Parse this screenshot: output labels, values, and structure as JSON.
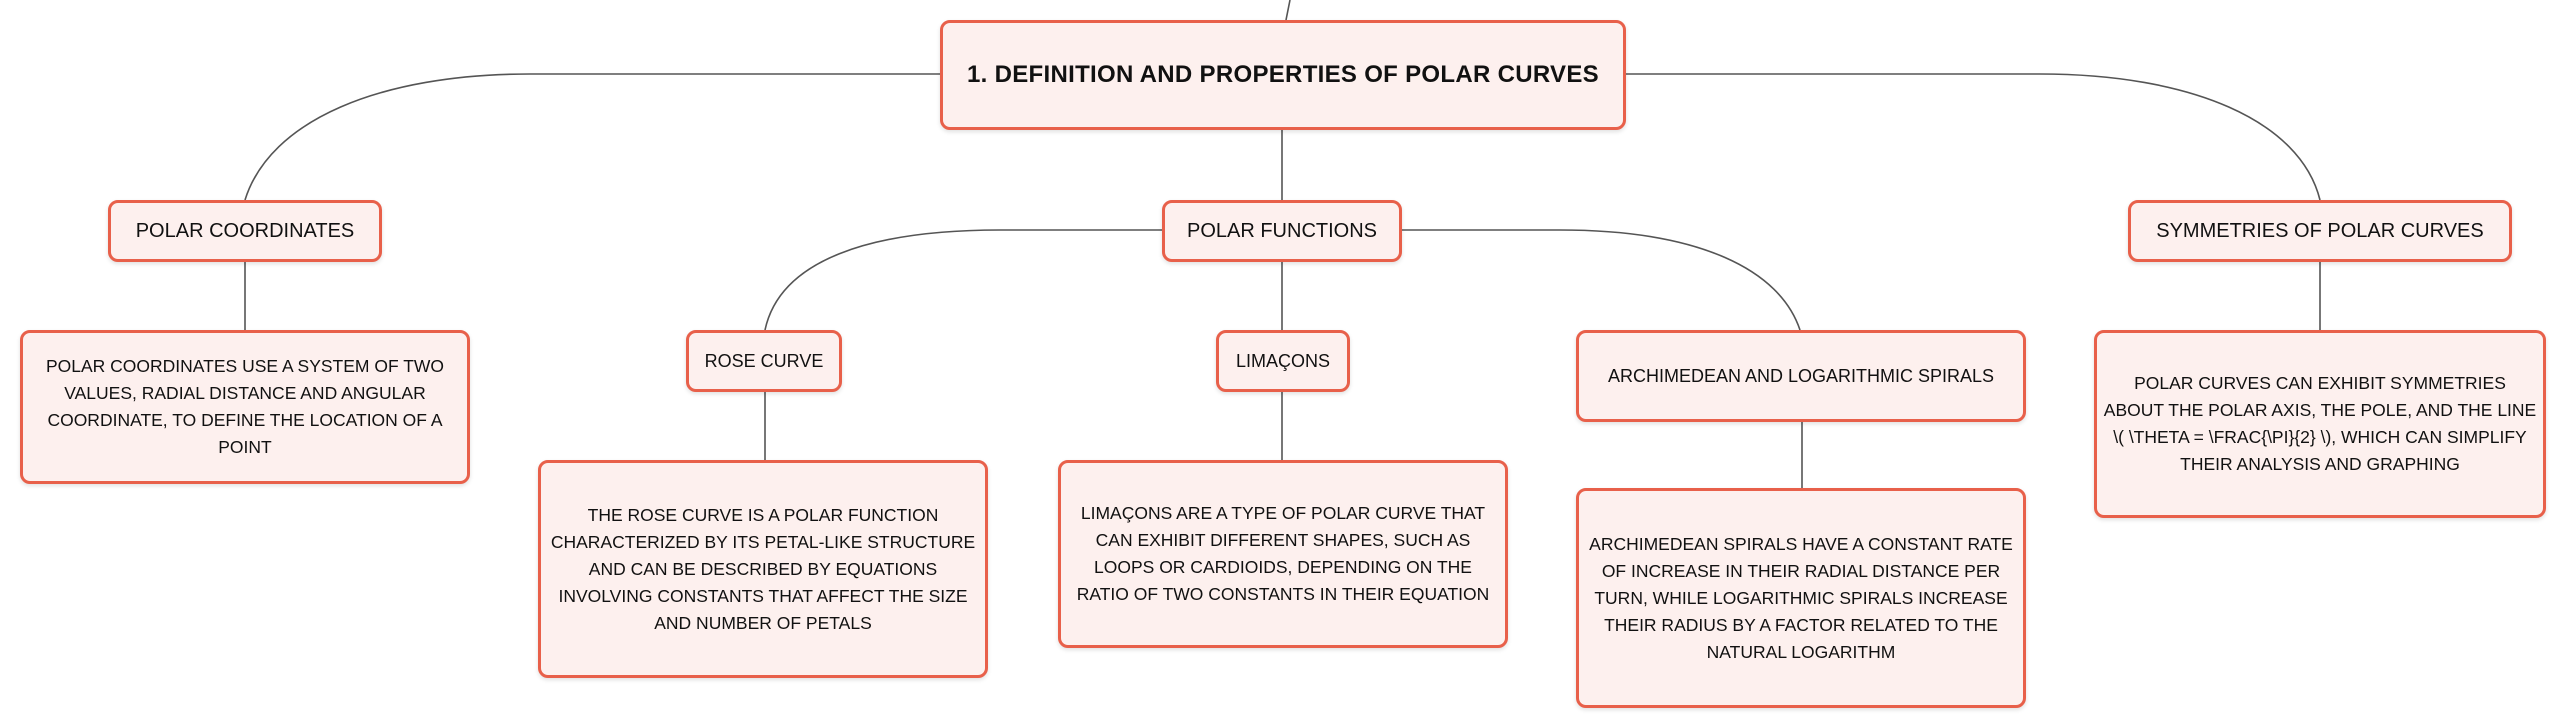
{
  "root": {
    "label": "1. DEFINITION AND PROPERTIES OF POLAR CURVES"
  },
  "polar_coordinates": {
    "label": "POLAR COORDINATES",
    "description": "POLAR COORDINATES USE A SYSTEM OF TWO VALUES, RADIAL DISTANCE AND ANGULAR COORDINATE, TO DEFINE THE LOCATION OF A POINT"
  },
  "polar_functions": {
    "label": "POLAR FUNCTIONS",
    "rose_curve": {
      "label": "ROSE CURVE",
      "description": "THE ROSE CURVE IS A POLAR FUNCTION CHARACTERIZED BY ITS PETAL-LIKE STRUCTURE AND CAN BE DESCRIBED BY EQUATIONS INVOLVING CONSTANTS THAT AFFECT THE SIZE AND NUMBER OF PETALS"
    },
    "limacons": {
      "label": "LIMAÇONS",
      "description": "LIMAÇONS ARE A TYPE OF POLAR CURVE THAT CAN EXHIBIT DIFFERENT SHAPES, SUCH AS LOOPS OR CARDIOIDS, DEPENDING ON THE RATIO OF TWO CONSTANTS IN THEIR EQUATION"
    },
    "spirals": {
      "label": "ARCHIMEDEAN AND LOGARITHMIC SPIRALS",
      "description": "ARCHIMEDEAN SPIRALS HAVE A CONSTANT RATE OF INCREASE IN THEIR RADIAL DISTANCE PER TURN, WHILE LOGARITHMIC SPIRALS INCREASE THEIR RADIUS BY A FACTOR RELATED TO THE NATURAL LOGARITHM"
    }
  },
  "symmetries": {
    "label": "SYMMETRIES OF POLAR CURVES",
    "description": "POLAR CURVES CAN EXHIBIT SYMMETRIES ABOUT THE POLAR AXIS, THE POLE, AND THE LINE \\( \\THETA = \\FRAC{\\PI}{2} \\), WHICH CAN SIMPLIFY THEIR ANALYSIS AND GRAPHING"
  },
  "colors": {
    "node_border": "#e8604a",
    "node_fill": "#fdf0ee",
    "connector": "#555555"
  }
}
